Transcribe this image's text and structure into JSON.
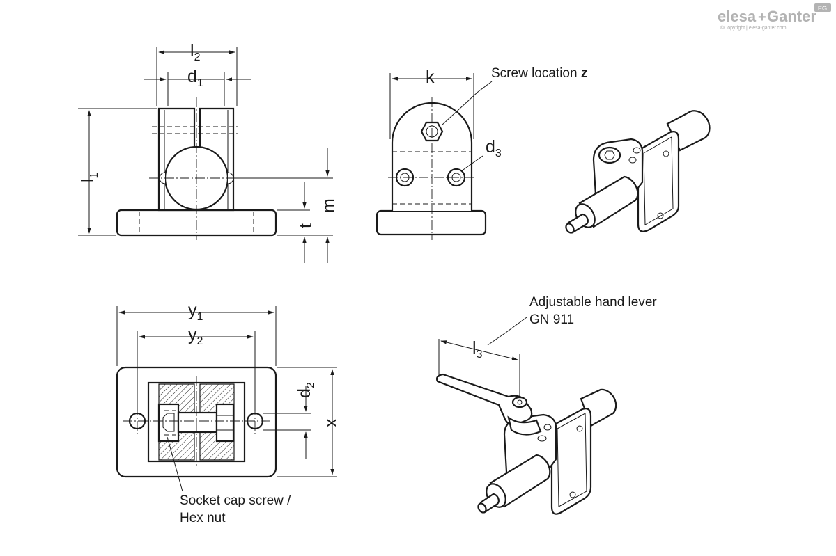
{
  "brand": {
    "name_part1": "elesa",
    "plus": "+",
    "name_part2": "Ganter",
    "badge": "EG",
    "copyright": "©Copyright | elesa-ganter.com"
  },
  "dimensions": {
    "l1": {
      "base": "l",
      "sub": "1"
    },
    "l2": {
      "base": "l",
      "sub": "2"
    },
    "l3": {
      "base": "l",
      "sub": "3"
    },
    "d1": {
      "base": "d",
      "sub": "1"
    },
    "d2": {
      "base": "d",
      "sub": "2"
    },
    "d3": {
      "base": "d",
      "sub": "3"
    },
    "y1": {
      "base": "y",
      "sub": "1"
    },
    "y2": {
      "base": "y",
      "sub": "2"
    },
    "k": "k",
    "m": "m",
    "t": "t",
    "x": "x"
  },
  "callouts": {
    "screw_location_text": "Screw location ",
    "screw_location_var": "z",
    "hand_lever_line1": "Adjustable hand lever",
    "hand_lever_line2": "GN 911",
    "socket_line1": "Socket cap screw /",
    "socket_line2": "Hex nut"
  }
}
